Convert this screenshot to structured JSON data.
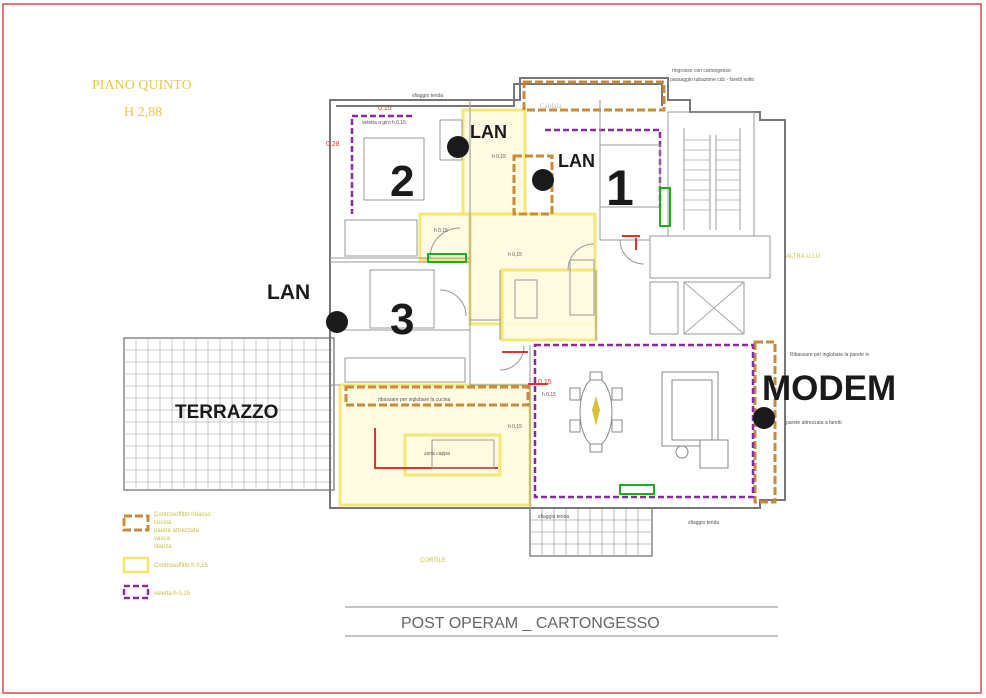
{
  "plan": {
    "floor_title": "PIANO QUINTO",
    "height": "H 2,88",
    "caption": "POST OPERAM _ CARTONGESSO",
    "rooms": {
      "room1": "1",
      "room2": "2",
      "room3": "3"
    },
    "terrace": "TERRAZZO",
    "boiler": "Caldaia",
    "other_unit": "ALTRA U.I.U",
    "courtyard": "CORTILE"
  },
  "network": {
    "lan1": "LAN",
    "lan2": "LAN",
    "lan3": "LAN",
    "modem": "MODEM"
  },
  "notes": {
    "note_top_1": "ringrosso con cartongesso",
    "note_top_2": "passaggio tubazione cdz - faretti sotto",
    "awning_1": "sfiaggio tenda",
    "awning_2": "sfiaggio tenda",
    "awning_3": "sfiaggio tenda",
    "dim_015": "0,15",
    "dim_028": "0,28",
    "veletta": "veletta a giro h 0,15",
    "h015_a": "h 0,15",
    "h015_b": "h 0,15",
    "h015_c": "h 0,15",
    "h015_d": "h 0,15",
    "h015_e": "h 0,15",
    "kitchen_lower": "ribassare per inglobare la cucina",
    "hood": "zona cappa",
    "tv_wall": "Ribassare per inglobare la parete tv",
    "equipped_wall": "parete attrezzata a faretti",
    "dim_015b": "0,15"
  },
  "legend": {
    "item1": [
      "Controsoffitto ribasso :",
      "cucina",
      "parete attrezzata",
      "vasca",
      "stanza"
    ],
    "item2": "Controsoffitto h 0,15",
    "item3": "veletta h 0,15"
  },
  "colors": {
    "border": "#d94a4a",
    "yellow": "#f2e66a",
    "orange": "#c98a3a",
    "purple": "#8a2aa0"
  }
}
